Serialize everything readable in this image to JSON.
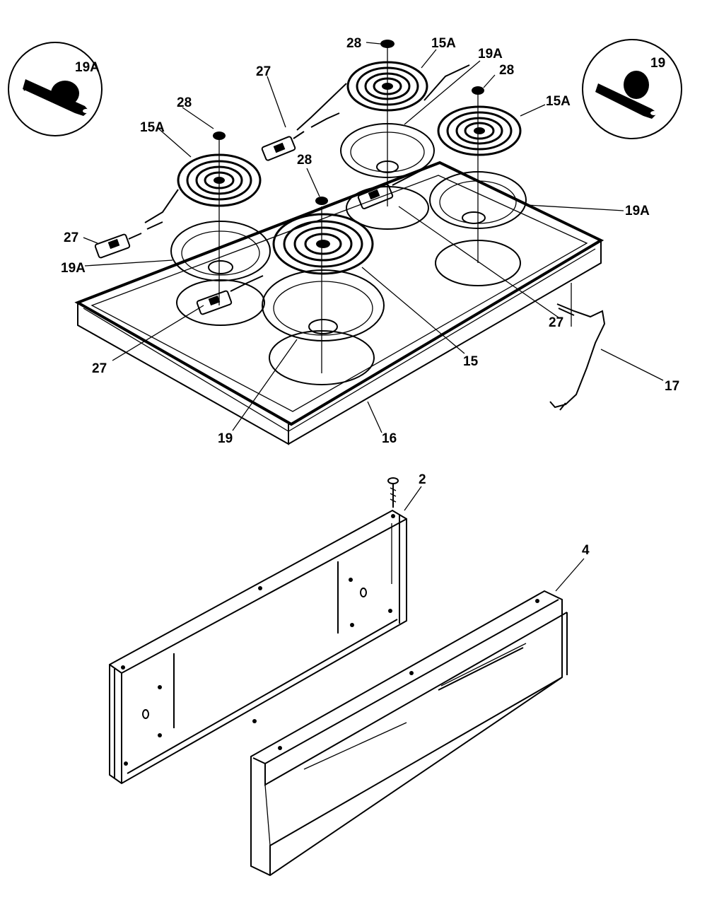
{
  "labels": {
    "callout_inset_left": "19A",
    "callout_inset_right": "19",
    "cap_top": "28",
    "cap_right": "28",
    "cap_left": "28",
    "cap_center": "28",
    "element_top": "15A",
    "element_right": "15A",
    "element_left": "15A",
    "element_front": "15",
    "pan_top": "19A",
    "pan_right": "19A",
    "pan_left": "19A",
    "pan_front": "19",
    "block_top": "27",
    "block_left": "27",
    "block_front": "27",
    "block_right": "27",
    "cooktop": "16",
    "wire": "17",
    "screw": "2",
    "side_panel": "2",
    "front_panel": "4"
  }
}
